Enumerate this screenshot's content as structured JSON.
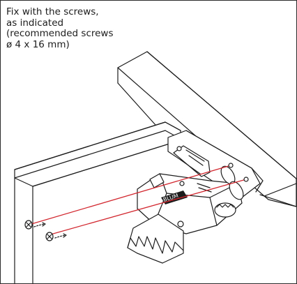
{
  "caption": {
    "lines": [
      "Fix with the screws,",
      "as indicated",
      "(recommended screws",
      "ø 4 x 16 mm)"
    ]
  },
  "colors": {
    "outline": "#1c1c1c",
    "guide_line": "#d2272f",
    "background": "#ffffff"
  },
  "mechanism": {
    "brand_text": "BLUM"
  },
  "icons": [
    "screw-icon",
    "screw-icon",
    "arrow-icon",
    "arrow-icon"
  ]
}
